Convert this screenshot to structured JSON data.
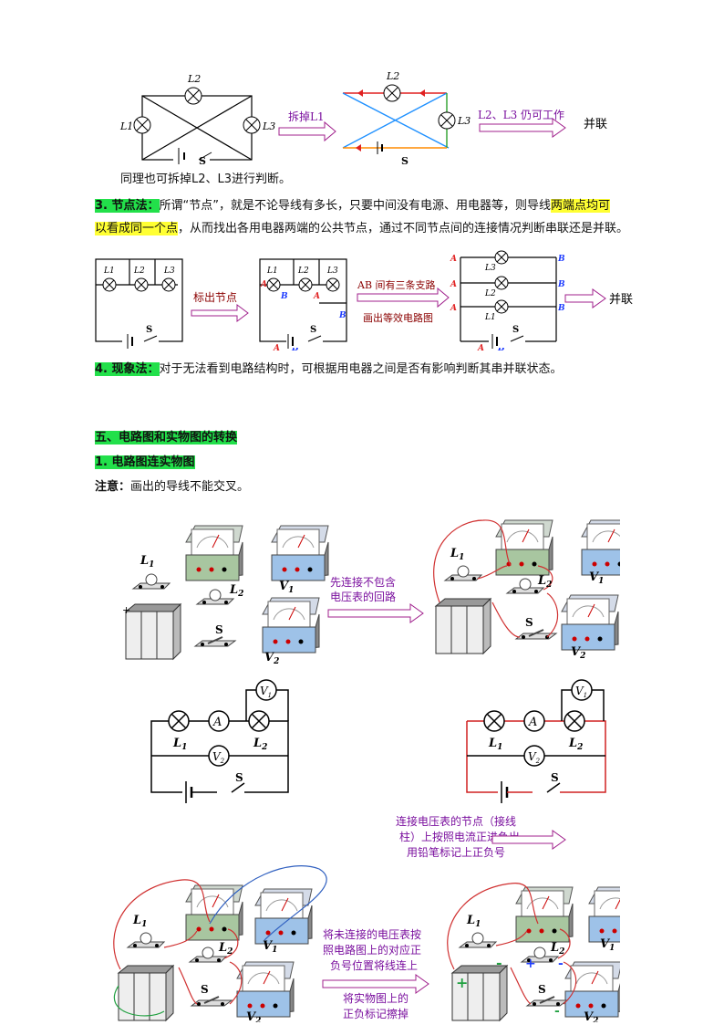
{
  "fig1": {
    "l1": "L1",
    "l2": "L2",
    "l3": "L3",
    "s": "S",
    "remove_label": "拆掉L1",
    "still_work": "L2、L3 仍可工作",
    "result": "并联"
  },
  "text": {
    "similar": "同理也可拆掉L2、L3进行判断。",
    "node_method_head": "3. 节点法：",
    "node_method_a": "所谓“节点”，就是不论导线有多长，只要中间没有电源、用电器等，则导线",
    "node_method_hl": "两端点均可以看成同一个点",
    "node_method_b": "，从而找出各用电器两端的公共节点，通过不同节点间的连接情况判断串联还是并联。",
    "node_method_line1_tail": "两端点均可",
    "node_method_line2_head": "以看成同一个点",
    "phenomenon_head": "4. 现象法：",
    "phenomenon_body": "对于无法看到电路结构时，可根据用电器之间是否有影响判断其串并联状态。",
    "section5": "五、电路图和实物图的转换",
    "sub1": "1. 电路图连实物图",
    "note_head": "注意：",
    "note_body": "画出的导线不能交叉。"
  },
  "fig2": {
    "mark_nodes": "标出节点",
    "ab_branches": "AB 间有三条支路",
    "draw_equiv": "画出等效电路图",
    "result": "并联",
    "a": "A",
    "b": "B"
  },
  "fig3": {
    "step1_line1": "先连接不包含",
    "step1_line2": "电压表的回路",
    "step2_line1": "连接电压表的节点（接线",
    "step2_line2": "柱）上按照电流正进负出",
    "step2_line3": "用铅笔标记上正负号",
    "step3_line1": "将未连接的电压表按",
    "step3_line2": "照电路图上的对应正",
    "step3_line3": "负号位置将线连上",
    "step4_line1": "将实物图上的",
    "step4_line2": "正负标记擦掉",
    "v1": "V1",
    "v2": "V2",
    "l1": "L1",
    "l2": "L2",
    "s": "S",
    "a": "A",
    "v": "V",
    "plus": "+",
    "minus": "-"
  }
}
